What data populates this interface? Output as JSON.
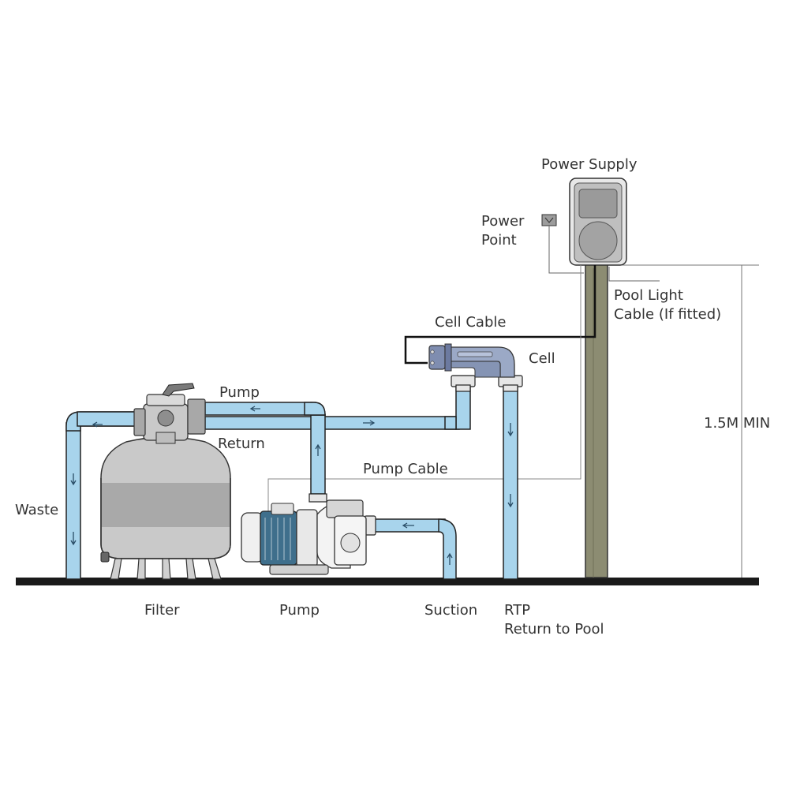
{
  "labels": {
    "power_supply": "Power Supply",
    "power_point_1": "Power",
    "power_point_2": "Point",
    "pool_light_1": "Pool Light",
    "pool_light_2": "Cable (If fitted)",
    "cell_cable": "Cell Cable",
    "cell": "Cell",
    "pump_top": "Pump",
    "return": "Return",
    "pump_cable": "Pump Cable",
    "waste": "Waste",
    "height": "1.5M MIN",
    "filter": "Filter",
    "pump": "Pump",
    "suction": "Suction",
    "rtp": "RTP",
    "return_to_pool": "Return to Pool"
  },
  "colors": {
    "pipe": "#a8d4ec",
    "pipe_outline": "#222222",
    "tank": "#c9c9c9",
    "tank_band": "#a9a9a9",
    "post": "#8c8c72",
    "ground": "#1a1a1a",
    "motor": "#3f6f8c",
    "cell_body": "#9ba9c6"
  }
}
